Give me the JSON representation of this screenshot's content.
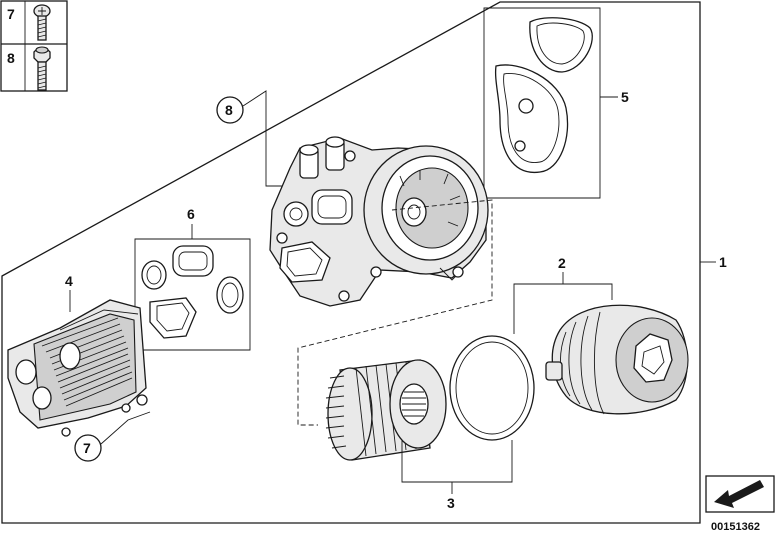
{
  "legend": [
    {
      "number": "7"
    },
    {
      "number": "8"
    }
  ],
  "callouts": {
    "c1": "1",
    "c2": "2",
    "c3": "3",
    "c4": "4",
    "c5": "5",
    "c6": "6",
    "c7": "7",
    "c8": "8"
  },
  "diagram_code": "00151362",
  "colors": {
    "line": "#1a1a1a",
    "part_fill": "#e9e9e9",
    "part_shade": "#cfcfcf",
    "background": "#ffffff"
  },
  "icons": {
    "nav_arrow": "arrow-down-left-icon"
  }
}
